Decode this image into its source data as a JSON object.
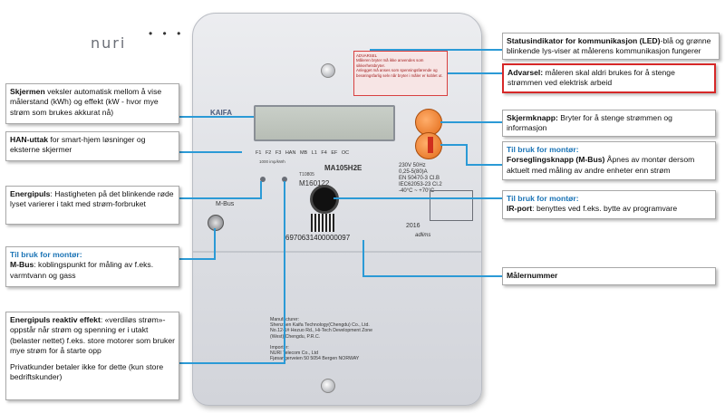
{
  "meter": {
    "brand": "nuri",
    "dots": "• • •",
    "warning_text": "ADVARSEL\nMåleren bryter må ikke anvendes som sikkerhetsbryter.\nAnlegget må anses som spenningsførende og berøringsfarlig selv når bryter i måler er koblet ut.",
    "maker_logo": "KAIFA",
    "lcd_labels": "F1 F2 F3 HAN MB L1 F4 EF OC",
    "model": "MA105H2E",
    "spec": "230V 50Hz\n0,25-5(80)A\nEN 50470-3 Cl.B\nIEC62053-23 Cl.2\n-40°C ~ +70°C",
    "t_code": "T10805",
    "m_code": "M160122",
    "imp_label": "1000 imp/kWh",
    "serial": "6970631400000097",
    "year": "2016",
    "adlims": "adlims",
    "mbus": "M-Bus",
    "mfg_text": "Manufacturer:\nShenzhen Kaifa Technology(Chengdu) Co., Ltd.\nNo.12-1# Hezuo Rd., Hi-Tech Development Zone\n(West),Chengdu, P.R.C.\n\nImporter:\nNURI Telecom Co., Ltd\nFjøsangerveien 50 5054 Bergen NORWAY"
  },
  "callouts": {
    "status_led": {
      "title": "Statusindikator for kommunikasjon (LED)",
      "text": "-blå og grønne blinkende lys-viser at målerens kommunikasjon fungerer"
    },
    "warning": {
      "title": "Advarsel:",
      "text": " måleren skal aldri brukes for å stenge strømmen ved elektrisk arbeid"
    },
    "screen_button": {
      "title": "Skjermknapp:",
      "text": " Bryter for å stenge strømmen og informasjon"
    },
    "seal_button": {
      "tag": "Til bruk for montør:",
      "title": "Forseglingsknapp (M-Bus)",
      "text": " Åpnes av montør dersom aktuelt med måling av andre enheter enn strøm"
    },
    "ir_port": {
      "tag": "Til bruk for montør:",
      "title": "IR-port",
      "text": ": benyttes ved f.eks. bytte av programvare"
    },
    "meter_number": {
      "title": "Målernummer"
    },
    "screen": {
      "title": "Skjermen",
      "text": " veksler automatisk mellom å vise målerstand (kWh) og effekt (kW  - hvor mye strøm som brukes akkurat nå)"
    },
    "han": {
      "title": "HAN-uttak",
      "text": " for smart-hjem løsninger og eksterne skjermer"
    },
    "energy_pulse": {
      "title": "Energipuls",
      "text": ": Hastigheten på det blinkende røde lyset varierer i takt med strøm-forbruket"
    },
    "mbus": {
      "tag": "Til bruk for montør:",
      "title": "M-Bus",
      "text": ": koblingspunkt for måling av f.eks. varmtvann og gass"
    },
    "reactive": {
      "title": "Energipuls reaktiv effekt",
      "text": ": «verdiløs strøm»- oppstår når strøm og spenning er i utakt (belaster nettet) f.eks. store motorer som bruker mye strøm for å starte opp",
      "note": "Privatkunder betaler ikke for dette (kun store bedriftskunder)"
    }
  }
}
